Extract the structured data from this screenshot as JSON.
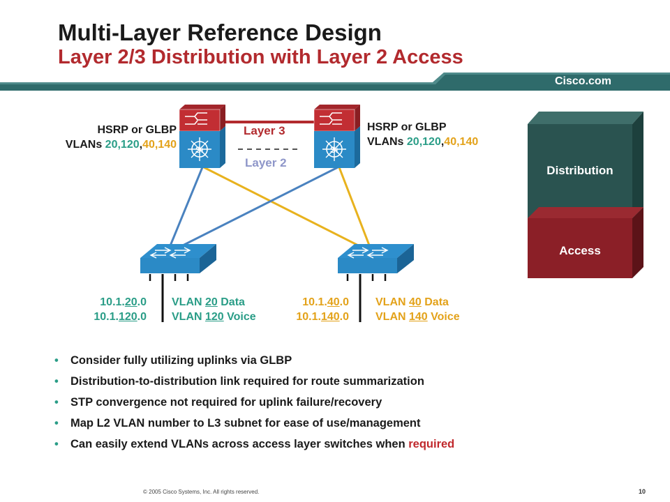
{
  "header": {
    "title": "Multi-Layer Reference Design",
    "subtitle": "Layer 2/3 Distribution with Layer 2 Access",
    "brand": "Cisco.com"
  },
  "diagram": {
    "left_dist": {
      "protocol": "HSRP or GLBP",
      "vlans_prefix": "VLANs ",
      "vlans_green_a": "20,120",
      "comma": ",",
      "vlans_orange": "40,140"
    },
    "right_dist": {
      "protocol": "HSRP or GLBP",
      "vlans_prefix": "VLANs ",
      "vlans_green_a": "20,120",
      "comma": ",",
      "vlans_orange": "40,140"
    },
    "layer3_label": "Layer 3",
    "layer2_label": "Layer 2",
    "left_access": {
      "subnet1_pre": "10.1.",
      "subnet1_num": "20",
      "subnet1_post": ".0",
      "subnet2_pre": "10.1.",
      "subnet2_num": "120",
      "subnet2_post": ".0",
      "vlan1_pre": "VLAN ",
      "vlan1_num": "20",
      "vlan1_post": " Data",
      "vlan2_pre": "VLAN ",
      "vlan2_num": "120",
      "vlan2_post": " Voice"
    },
    "right_access": {
      "subnet1_pre": "10.1.",
      "subnet1_num": "40",
      "subnet1_post": ".0",
      "subnet2_pre": "10.1.",
      "subnet2_num": "140",
      "subnet2_post": ".0",
      "vlan1_pre": "VLAN ",
      "vlan1_num": "40",
      "vlan1_post": " Data",
      "vlan2_pre": "VLAN ",
      "vlan2_num": "140",
      "vlan2_post": " Voice"
    },
    "switch_badge": "Si",
    "layers": {
      "distribution": "Distribution",
      "access": "Access"
    }
  },
  "bullets": [
    "Consider fully utilizing uplinks via GLBP",
    "Distribution-to-distribution link required for route summarization",
    "STP convergence not required for uplink failure/recovery",
    "Map L2 VLAN number to L3 subnet for ease of use/management"
  ],
  "bullet_last": {
    "text": "Can easily extend VLANs across access layer switches when ",
    "highlight": "required"
  },
  "bullet_symbol": "•",
  "footer": {
    "copyright": "© 2005 Cisco Systems, Inc. All rights reserved.",
    "page": "10"
  },
  "colors": {
    "teal": "#2f6b6b",
    "red": "#b22a2e",
    "green_text": "#2a9d87",
    "orange_text": "#e3a21a",
    "blue_link": "#4a82bf",
    "yellow_link": "#e8b21e"
  }
}
